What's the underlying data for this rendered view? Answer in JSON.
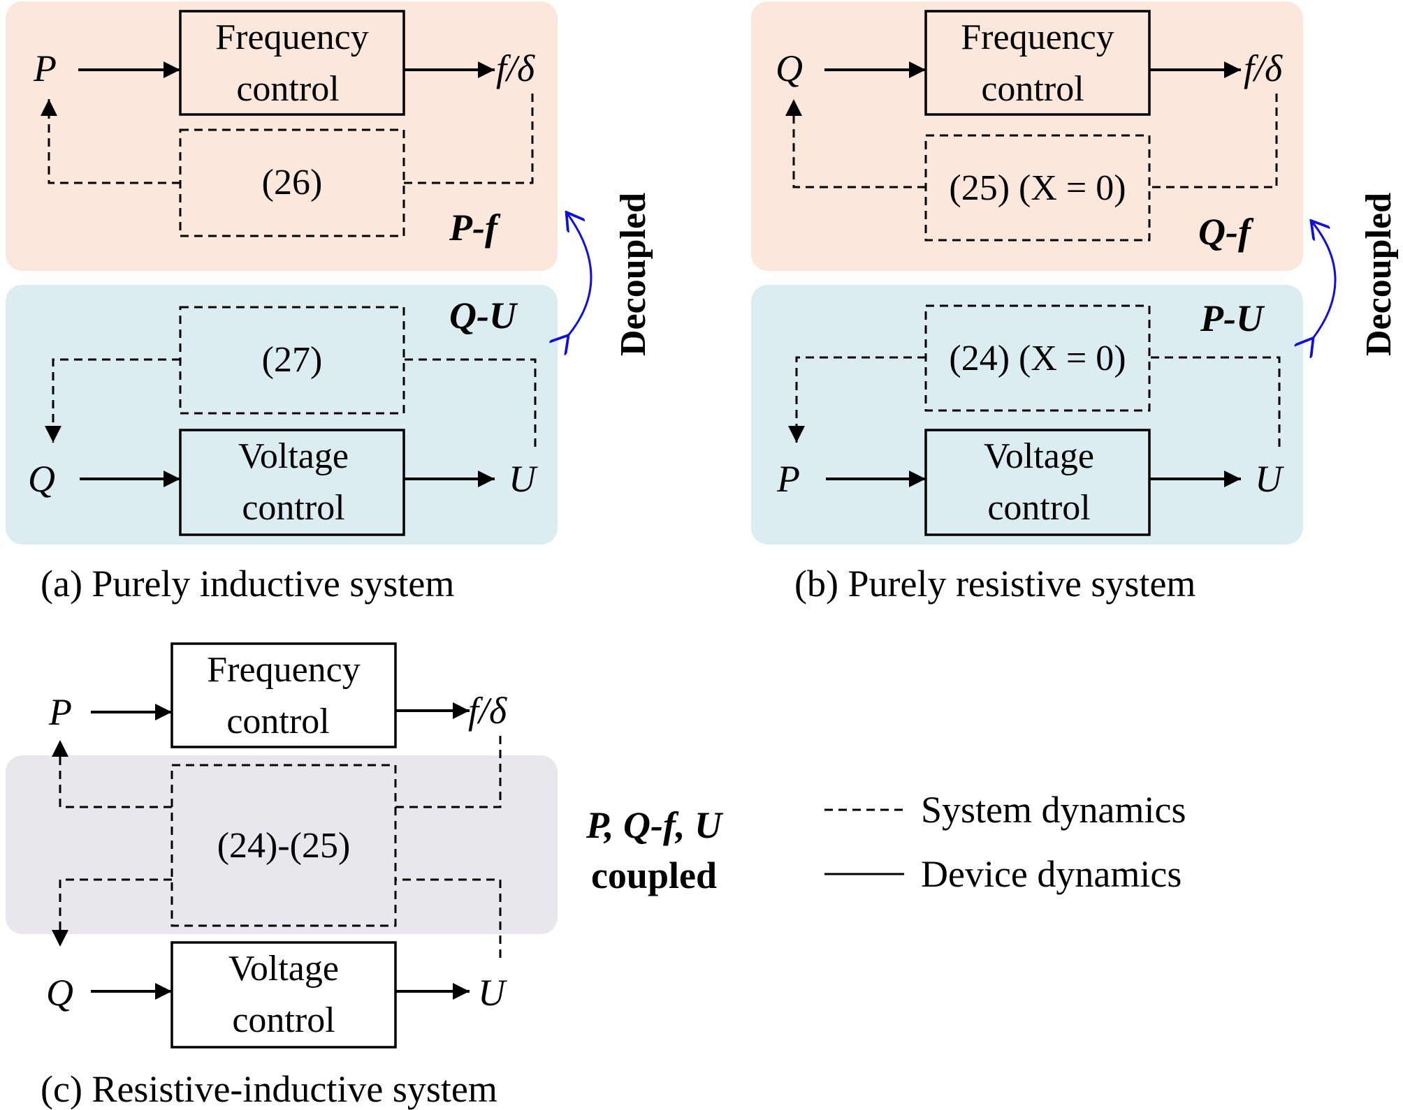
{
  "colors": {
    "pf_panel": "#fbe7dc",
    "qu_panel": "#dcedf2",
    "coupled_panel": "#e9e6ee",
    "accent_blue": "#1010dd",
    "line": "#000000"
  },
  "blocks": {
    "frequency": [
      "Frequency",
      "control"
    ],
    "voltage": [
      "Voltage",
      "control"
    ]
  },
  "signals": {
    "P": "P",
    "Q": "Q",
    "f_delta": "f/δ",
    "U": "U"
  },
  "panel_a": {
    "eq_top": "(26)",
    "eq_bottom": "(27)",
    "tag_top": "P-f",
    "tag_bottom": "Q-U",
    "decoupled": "Decoupled",
    "caption": "(a) Purely inductive system"
  },
  "panel_b": {
    "eq_top": "(25) (X = 0)",
    "eq_bottom": "(24) (X = 0)",
    "tag_top": "Q-f",
    "tag_bottom": "P-U",
    "decoupled": "Decoupled",
    "caption": "(b) Purely resistive system"
  },
  "panel_c": {
    "eq": "(24)-(25)",
    "tag": "P, Q-f, U",
    "coupled": "coupled",
    "caption": "(c) Resistive-inductive system"
  },
  "legend": {
    "dashed": "System dynamics",
    "solid": "Device dynamics"
  }
}
